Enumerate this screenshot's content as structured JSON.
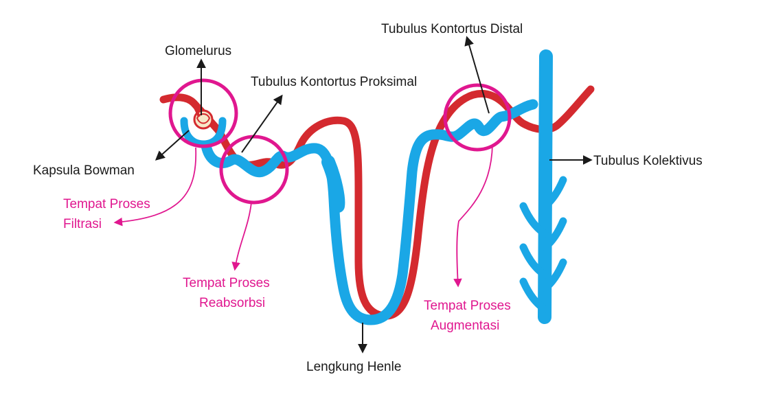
{
  "labels": {
    "glomerulus": "Glomelurus",
    "bowman": "Kapsula Bowman",
    "proksimal": "Tubulus Kontortus Proksimal",
    "distal": "Tubulus Kontortus Distal",
    "kolektivus": "Tubulus Kolektivus",
    "henle": "Lengkung Henle",
    "filtrasi_line1": "Tempat Proses",
    "filtrasi_line2": "Filtrasi",
    "reabsorbsi_line1": "Tempat Proses",
    "reabsorbsi_line2": "Reabsorbsi",
    "augmentasi_line1": "Tempat Proses",
    "augmentasi_line2": "Augmentasi"
  },
  "colors": {
    "vessel_red": "#d42a2f",
    "tubule_blue": "#1aa7e6",
    "highlight_pink": "#e0178f",
    "label_black": "#1a1a1a"
  }
}
